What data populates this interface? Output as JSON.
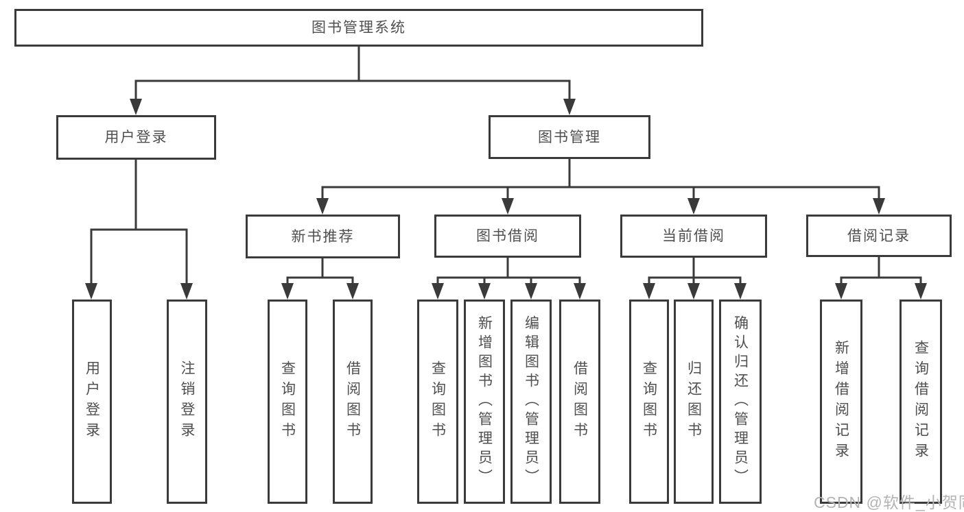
{
  "root_label": "图书管理系统",
  "login_branch": {
    "label": "用户登录",
    "leaves": [
      "用户登录",
      "注销登录"
    ]
  },
  "mgmt_branch": {
    "label": "图书管理",
    "groups": [
      {
        "label": "新书推荐",
        "leaves": [
          "查询图书",
          "借阅图书"
        ]
      },
      {
        "label": "图书借阅",
        "leaves": [
          "查询图书",
          "新增图书（管理员）",
          "编辑图书（管理员）",
          "借阅图书"
        ]
      },
      {
        "label": "当前借阅",
        "leaves": [
          "查询图书",
          "归还图书",
          "确认归还（管理员）"
        ]
      },
      {
        "label": "借阅记录",
        "leaves": [
          "新增借阅记录",
          "查询借阅记录"
        ]
      }
    ]
  },
  "watermark": "CSDN @软件_小贺同学",
  "colors": {
    "line": "#3a3a3a",
    "text": "#4f4f4f",
    "watermark": "#b3b3b3",
    "background": "#ffffff"
  }
}
